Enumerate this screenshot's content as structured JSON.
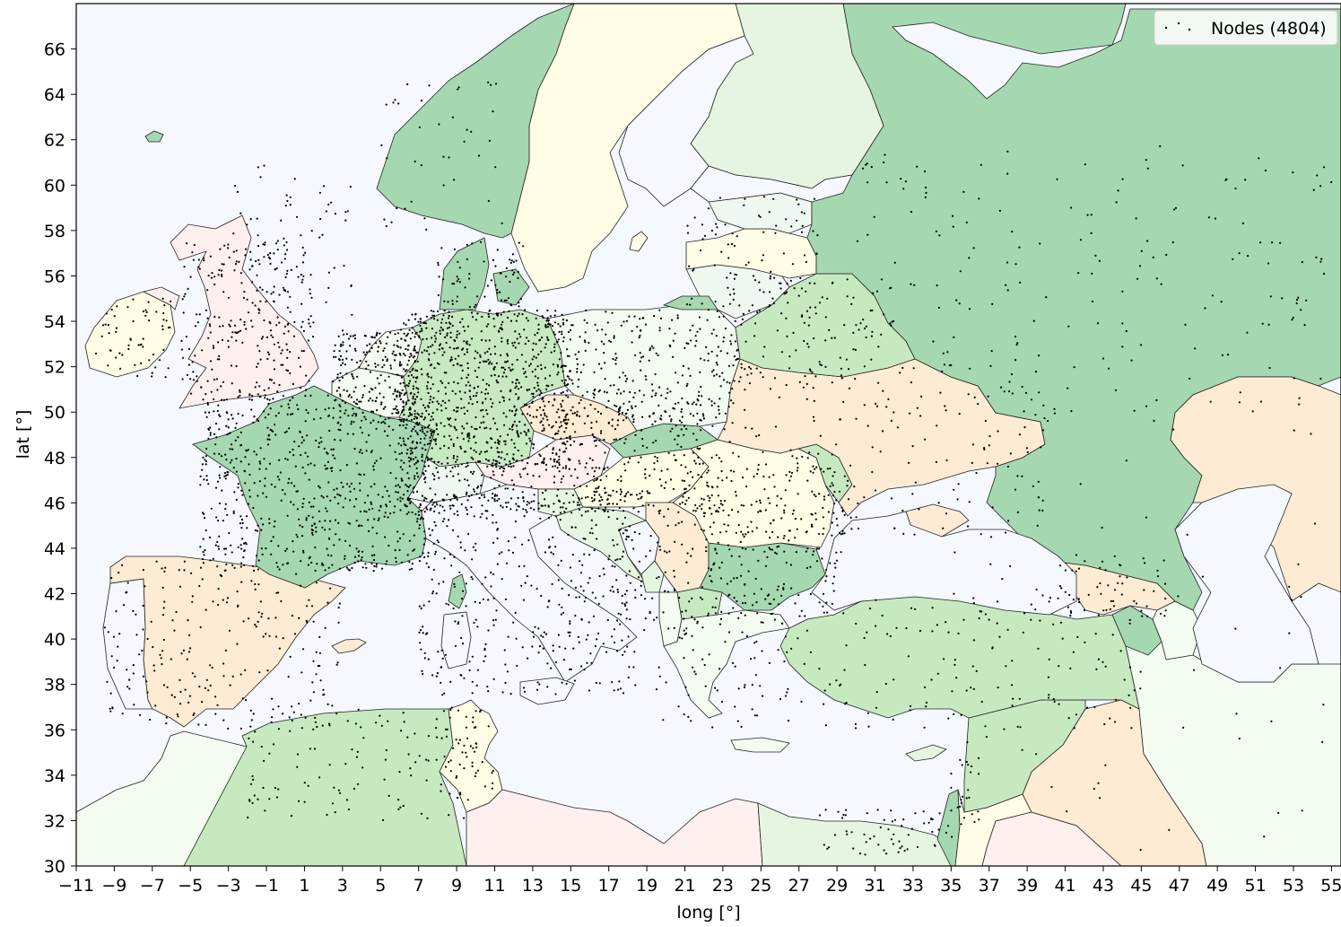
{
  "chart_data": {
    "type": "scatter",
    "xlabel": "long [°]",
    "ylabel": "lat [°]",
    "xlim": [
      -11,
      55.5
    ],
    "ylim": [
      30,
      68
    ],
    "x_ticks": [
      "−11",
      "−9",
      "−7",
      "−5",
      "−3",
      "−1",
      "1",
      "3",
      "5",
      "7",
      "9",
      "11",
      "13",
      "15",
      "17",
      "19",
      "21",
      "23",
      "25",
      "27",
      "29",
      "31",
      "33",
      "35",
      "37",
      "39",
      "41",
      "43",
      "45",
      "47",
      "49",
      "51",
      "53",
      "55"
    ],
    "y_ticks": [
      "30",
      "32",
      "34",
      "36",
      "38",
      "40",
      "42",
      "44",
      "46",
      "48",
      "50",
      "52",
      "54",
      "56",
      "58",
      "60",
      "62",
      "64",
      "66"
    ],
    "legend": {
      "label": "Nodes (4804)",
      "placement": "top-right"
    },
    "series": [
      {
        "name": "Nodes (4804)",
        "count": 4804,
        "marker": "point",
        "color": "#000000"
      }
    ],
    "node_clusters": [
      {
        "lon": [
          -5.5,
          1.5
        ],
        "lat": [
          50.5,
          57.5
        ],
        "n": 260
      },
      {
        "lon": [
          -10,
          -6
        ],
        "lat": [
          51.5,
          55
        ],
        "n": 60
      },
      {
        "lon": [
          -4.5,
          8
        ],
        "lat": [
          43,
          51
        ],
        "n": 700
      },
      {
        "lon": [
          2.5,
          7
        ],
        "lat": [
          49.5,
          53.5
        ],
        "n": 220
      },
      {
        "lon": [
          6,
          15
        ],
        "lat": [
          47.5,
          54.5
        ],
        "n": 820
      },
      {
        "lon": [
          8,
          12.5
        ],
        "lat": [
          54.5,
          57.5
        ],
        "n": 70
      },
      {
        "lon": [
          14.5,
          24
        ],
        "lat": [
          49.5,
          54.5
        ],
        "n": 240
      },
      {
        "lon": [
          12.5,
          22
        ],
        "lat": [
          48.5,
          51
        ],
        "n": 150
      },
      {
        "lon": [
          6,
          17
        ],
        "lat": [
          45.5,
          48
        ],
        "n": 230
      },
      {
        "lon": [
          7,
          18.5
        ],
        "lat": [
          37.5,
          46.5
        ],
        "n": 380
      },
      {
        "lon": [
          -9.5,
          3
        ],
        "lat": [
          36,
          43.5
        ],
        "n": 230
      },
      {
        "lon": [
          16,
          23
        ],
        "lat": [
          45.5,
          48.5
        ],
        "n": 120
      },
      {
        "lon": [
          21,
          29.5
        ],
        "lat": [
          43.7,
          48.2
        ],
        "n": 170
      },
      {
        "lon": [
          14,
          23
        ],
        "lat": [
          40,
          46
        ],
        "n": 110
      },
      {
        "lon": [
          19.5,
          26.5
        ],
        "lat": [
          36,
          42
        ],
        "n": 90
      },
      {
        "lon": [
          22,
          29
        ],
        "lat": [
          41,
          44
        ],
        "n": 80
      },
      {
        "lon": [
          23,
          32
        ],
        "lat": [
          51,
          56
        ],
        "n": 110
      },
      {
        "lon": [
          21,
          28
        ],
        "lat": [
          54,
          59.5
        ],
        "n": 90
      },
      {
        "lon": [
          22,
          40
        ],
        "lat": [
          44.5,
          52.5
        ],
        "n": 200
      },
      {
        "lon": [
          26,
          45
        ],
        "lat": [
          36,
          42
        ],
        "n": 150
      },
      {
        "lon": [
          -2,
          10
        ],
        "lat": [
          32,
          37
        ],
        "n": 110
      },
      {
        "lon": [
          28,
          35
        ],
        "lat": [
          30.5,
          32.5
        ],
        "n": 60
      },
      {
        "lon": [
          30,
          55
        ],
        "lat": [
          49,
          62
        ],
        "n": 200
      },
      {
        "lon": [
          -3,
          3.5
        ],
        "lat": [
          53,
          61
        ],
        "n": 70
      },
      {
        "lon": [
          35,
          55
        ],
        "lat": [
          30,
          48
        ],
        "n": 70
      },
      {
        "lon": [
          40,
          47
        ],
        "lat": [
          41,
          44
        ],
        "n": 50
      },
      {
        "lon": [
          8,
          11
        ],
        "lat": [
          33,
          37
        ],
        "n": 50
      },
      {
        "lon": [
          5,
          12
        ],
        "lat": [
          58,
          65
        ],
        "n": 40
      },
      {
        "lon": [
          35,
          36.5
        ],
        "lat": [
          31,
          35
        ],
        "n": 25
      }
    ]
  }
}
